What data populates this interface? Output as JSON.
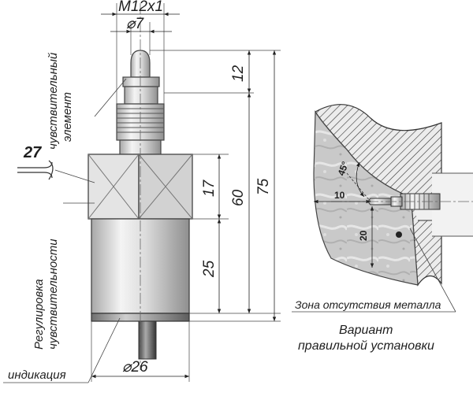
{
  "labels": {
    "thread": "M12x1",
    "diameter_top": "⌀7",
    "sensitive_element": [
      "чувствительный",
      "элемент"
    ],
    "wrench": "27",
    "dim_12": "12",
    "dim_60": "60",
    "dim_75": "75",
    "dim_17": "17",
    "dim_25": "25",
    "diameter_bottom": "⌀26",
    "sensitivity_adjust": [
      "Регулировка",
      "чувствительности"
    ],
    "indication": "индикация",
    "angle": "45°",
    "dim_10": "10",
    "dim_20": "20",
    "no_metal_zone": "Зона отсутствия металла",
    "variant_caption": [
      "Вариант",
      "правильной установки"
    ]
  },
  "colors": {
    "background": "#ffffff",
    "line": "#333333",
    "metal_light": "#e8e8e8",
    "metal_dark": "#9a9a9a",
    "hatch_fill": "#dcdcdc",
    "marble": "#c8c8c8",
    "indicator_ring": "#444444"
  }
}
